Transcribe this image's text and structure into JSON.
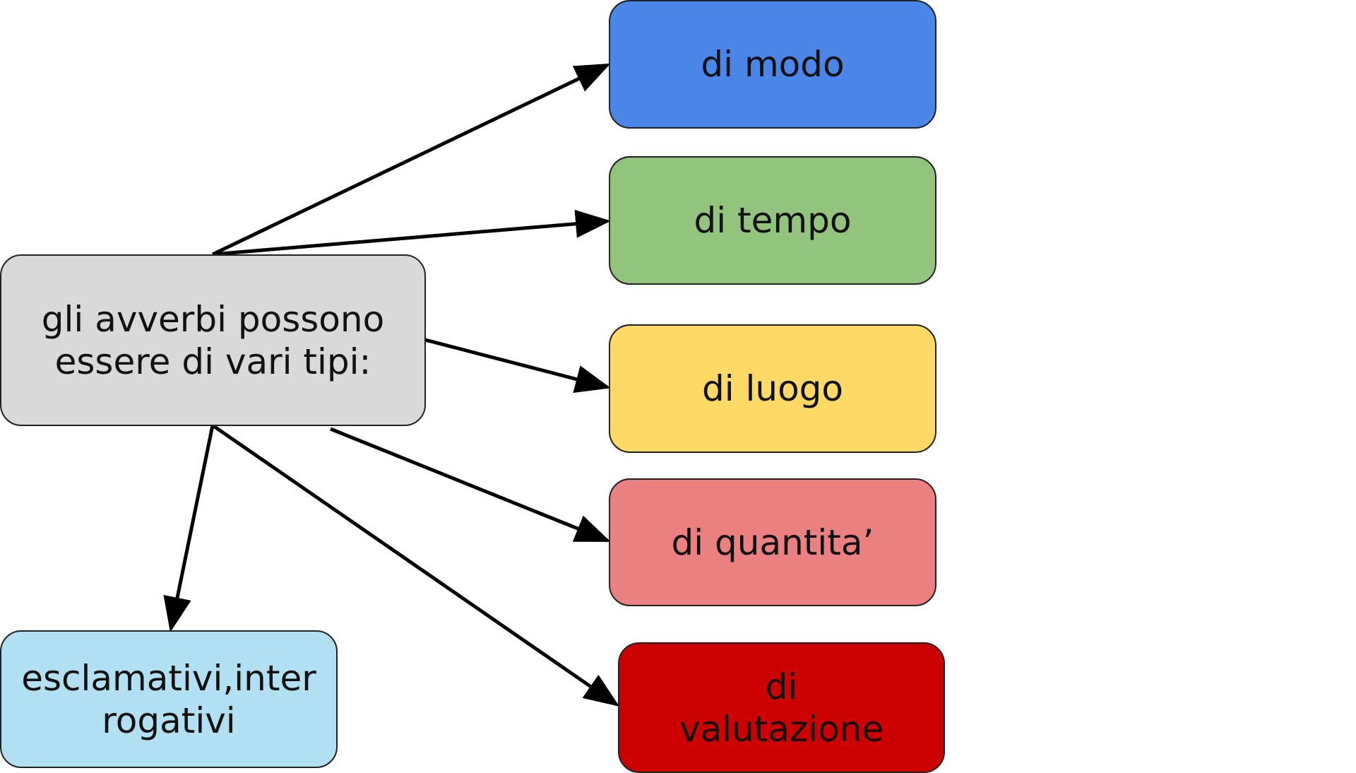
{
  "central": {
    "text": "gli avverbi possono essere di vari tipi:",
    "color": "#d9d9d9"
  },
  "types": [
    {
      "text": "di modo",
      "color": "#4a86e8"
    },
    {
      "text": "di tempo",
      "color": "#93c47d"
    },
    {
      "text": "di luogo",
      "color": "#ffd966"
    },
    {
      "text": "di quantita’",
      "color": "#ea8080"
    },
    {
      "text": "di valutazione",
      "color": "#cc0000"
    },
    {
      "text": "esclamativi,interrogativi",
      "color": "#b0e0f2"
    }
  ]
}
